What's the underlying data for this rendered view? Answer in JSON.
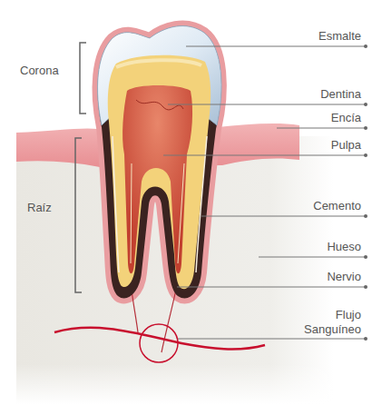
{
  "diagram": {
    "labels": [
      "Corona",
      "Raíz",
      "Esmalte",
      "Dentina",
      "Encía",
      "Pulpa",
      "Cemento",
      "Hueso",
      "Nervio",
      "Flujo Sanguíneo"
    ]
  }
}
